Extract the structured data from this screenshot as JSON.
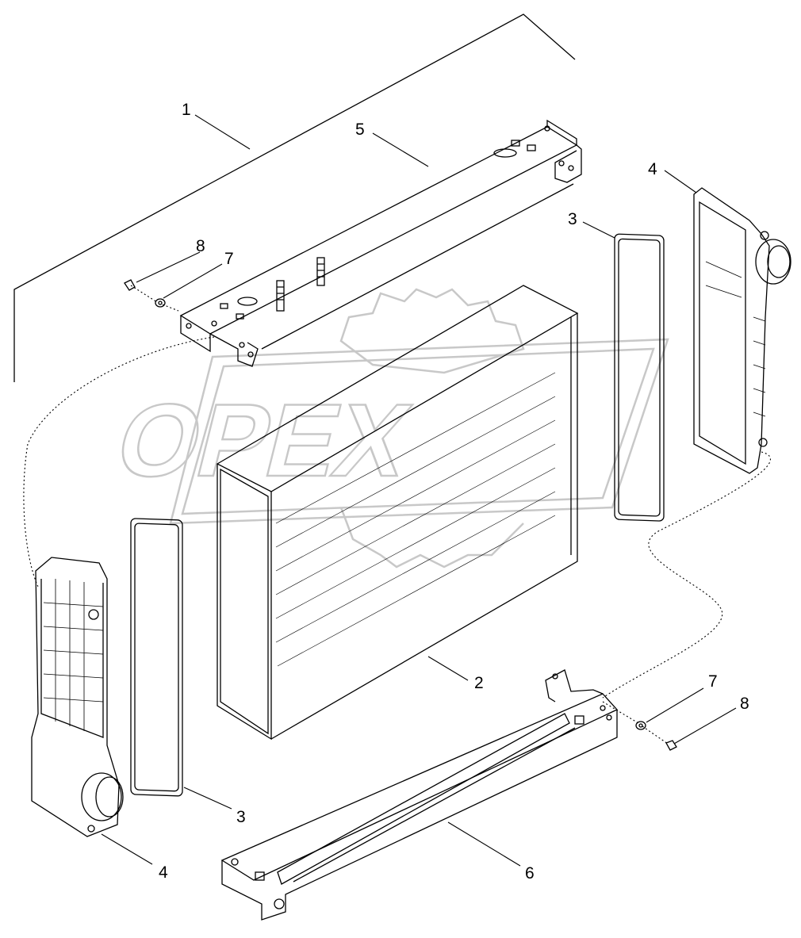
{
  "diagram": {
    "callouts": [
      {
        "id": "c1",
        "label": "1"
      },
      {
        "id": "c2",
        "label": "2"
      },
      {
        "id": "c3a",
        "label": "3"
      },
      {
        "id": "c3b",
        "label": "3"
      },
      {
        "id": "c4a",
        "label": "4"
      },
      {
        "id": "c4b",
        "label": "4"
      },
      {
        "id": "c5",
        "label": "5"
      },
      {
        "id": "c6",
        "label": "6"
      },
      {
        "id": "c7a",
        "label": "7"
      },
      {
        "id": "c7b",
        "label": "7"
      },
      {
        "id": "c8a",
        "label": "8"
      },
      {
        "id": "c8b",
        "label": "8"
      }
    ],
    "watermark": {
      "text": "OPEX"
    }
  },
  "colors": {
    "line": "#000000",
    "watermark": "#c8c8c8",
    "background": "#ffffff"
  }
}
